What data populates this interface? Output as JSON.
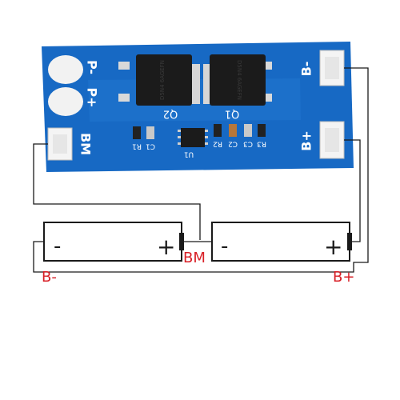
{
  "board": {
    "color": "#1769c4",
    "silk_color": "#ffffff",
    "labels": {
      "p_minus": "P-",
      "p_plus": "P+",
      "bm": "BM",
      "b_minus": "B-",
      "b_plus": "B+",
      "q1": "Q1",
      "q2": "Q2",
      "u1": "U1",
      "r1": "R1",
      "c1": "C1",
      "r2": "R2",
      "c2": "C2",
      "c3": "C3",
      "r3": "R3"
    },
    "mosfet_marking": "D5N4 6AGEFN"
  },
  "batteries": [
    {
      "minus": "-",
      "plus": "+"
    },
    {
      "minus": "-",
      "plus": "+"
    }
  ],
  "wiring": {
    "wire_color": "#1a1a1a",
    "label_color": "#d81f26",
    "b_minus": "B-",
    "bm": "BM",
    "b_plus": "B+"
  }
}
